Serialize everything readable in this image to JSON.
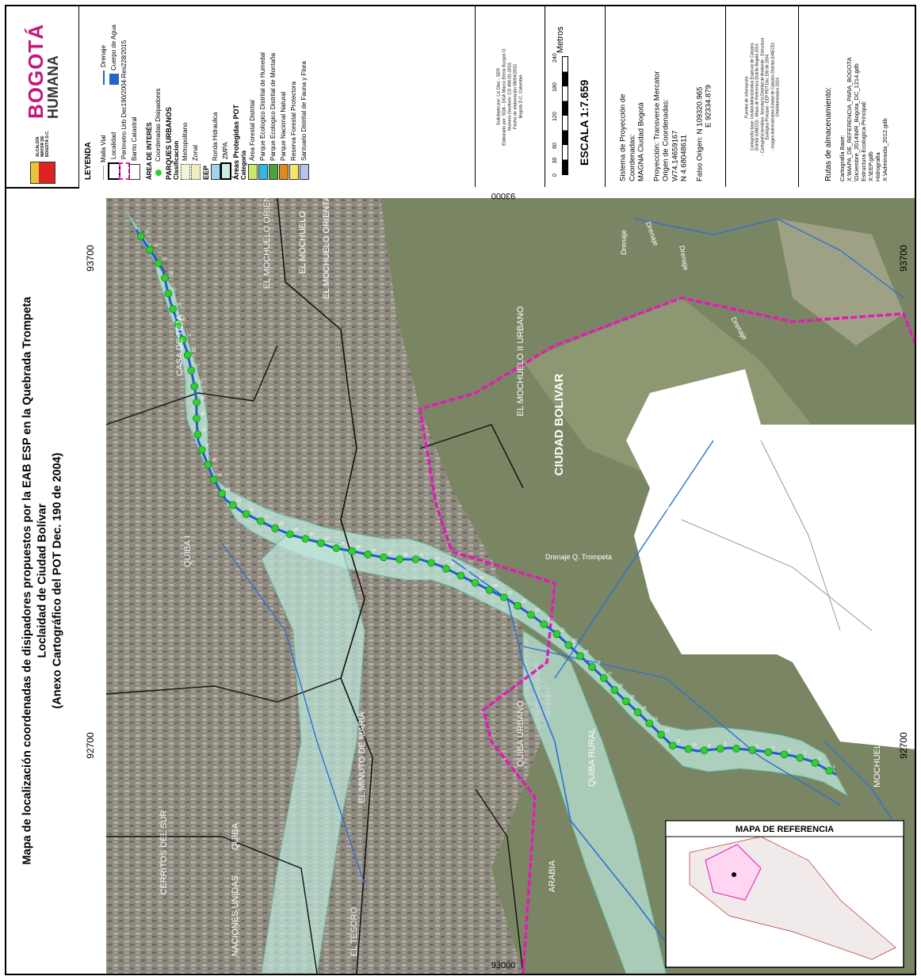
{
  "title": {
    "line1": "Mapa de localización coordenadas de disipadores propuestos por la EAB ESP en la Quebrada Trompeta",
    "line2": "Loclaidad de Ciudad Bolívar",
    "line3": "(Anexo Cartográfico del POT Dec. 190 de 2004)"
  },
  "logo": {
    "brand": "BOGOTÁ",
    "brand2": "HUMANA",
    "alcaldia": "ALCALDÍA MAYOR DE BOGOTÁ D.C."
  },
  "legend": {
    "heading": "LEYENDA",
    "malla_vial": "Malla Vial",
    "drenaje": "Drenaje",
    "localidad": "Localidad",
    "cuerpo_agua": "Cuerpo de Agua",
    "perimetro": "Perímetro Urb Dec190/2004-Res228/2015",
    "barrio": "Barrio Catastral",
    "area_interes": "ÁREA DE INTERÉS",
    "coordenadas": "Coordenadas Disipadores",
    "parques_urbanos": "PARQUES URBANOS",
    "clasificacion": "Clasificacion",
    "metropolitano": "Metropolitano",
    "zonal": "Zonal",
    "eep": "EEP",
    "ronda": "Ronda Hidraulica",
    "zmpa": "ZMPA",
    "areas_protegidas": "Áreas Protegidas POT",
    "categoria": "Categoria",
    "cat_items": [
      {
        "label": "Área Forestal Distrital",
        "color": "#c9e86a"
      },
      {
        "label": "Parque Ecologico Distrital de Humedal",
        "color": "#33b5e5"
      },
      {
        "label": "Parque Ecologico Distrital de Montaña",
        "color": "#49a33a"
      },
      {
        "label": "Parque Nacional Natural",
        "color": "#e08a1e"
      },
      {
        "label": "Reserva Forestal Protectora",
        "color": "#f5e66b"
      },
      {
        "label": "Santuario Distrital de Fauna y Flora",
        "color": "#b9c2e8"
      }
    ]
  },
  "credits": {
    "l1": "Solicitado por: Liz Diaz - SER",
    "l2": "Elaborado por: SDA - DGA Marco Elena Burgos O.",
    "l3": "Numero Geoform: CD 400-01-2015",
    "l4": "Fecha de elaboración 08/04/2015",
    "l5": "Bogotá D.C. Colombia"
  },
  "scale": {
    "ticks": [
      "0",
      "30",
      "60",
      "120",
      "180",
      "240"
    ],
    "unit": "Metros",
    "label": "ESCALA  1:7.659"
  },
  "projection": {
    "l1": "Sistema de Proyección de",
    "l2": "Coordenadas:",
    "l3": "MAGNA Ciudad Bogotá",
    "l4": "Proyección: Transverse Mercator",
    "l5": "Origen de Coordenadas:",
    "l6": "W74.14659167",
    "l7": "N  4.68048611",
    "l8": "Falso Origen: N  109320.965",
    "l9": "E  92334.879"
  },
  "sources": {
    "l1": "Fuentes de información:",
    "l2": "Cartografía base: Unidad Administrativa Especial de Catastro",
    "l3": "Distrital (UAECD) - Mapa de Referencia Distrito Bogotá 2014.",
    "l4": "- Cartografía temática: Secretaría Distrital de Ambiente - Estructura",
    "l5": "Ecológica Principal - EEP POT Dec 190 de 2004.",
    "l6": "- Imagen Administrativa Estatal de Catastro Distrital (UAECD)",
    "l7": "Ortofotomosaico 2014."
  },
  "storage": {
    "heading": "Rutas de almacenamiento:",
    "l1": "Cartografía Base:",
    "l2": "X:\\MAPA_DE_REFERENCIA_PARA_BOGOTA",
    "l3": "\\Diciembre_2014\\MR_Bogota_DC_1214.gdb",
    "l4": "Estructura Ecologica Principal:",
    "l5": "X:\\EEP.gdb",
    "l6": "Hidrografia",
    "l7": "X:\\Adminsida_2012.gdb"
  },
  "map": {
    "grid": {
      "x1": "92700",
      "x2": "93700",
      "y_top": "93000",
      "y_bottom": "93000"
    },
    "places": [
      "CIUDAD BOLIVAR",
      "EL MOCHUELO II URBANO",
      "EL MOCHUELO II",
      "EL MOCHUELO ORIENTAL",
      "EL MOCHUELO",
      "EL MOCHUELO ORIENTAL I",
      "CASA DE TEJA",
      "QUIBA I",
      "EL MINUTO DE MARIA",
      "QUIBA URBANO",
      "QUIBA RURAL",
      "CERRITOS DEL SUR",
      "QUIBA",
      "NACIONES UNIDAS",
      "EL TESORO",
      "ARABIA",
      "MOCHUELO III"
    ],
    "drainage_labels": [
      "Drenaje Q. Trompeta",
      "Drenaje Q. Trompeta",
      "Drenaje Q. Trompeta",
      "Drenaje Q. Trompeta",
      "Drenaje",
      "Drenaje",
      "Drenaje",
      "Drenaje"
    ],
    "reference_map_label": "MAPA DE REFERENCIA",
    "points": [
      "1",
      "2",
      "3",
      "4",
      "5",
      "6",
      "7",
      "8",
      "9",
      "10",
      "11",
      "12",
      "13",
      "14",
      "15",
      "16",
      "17",
      "18",
      "19",
      "20",
      "21",
      "22",
      "23",
      "24",
      "25",
      "26",
      "27",
      "28",
      "29",
      "30",
      "31",
      "32",
      "33",
      "34",
      "35",
      "36",
      "37",
      "38",
      "39",
      "40",
      "41",
      "42",
      "43",
      "44",
      "45",
      "46",
      "47",
      "48",
      "49",
      "50",
      "51",
      "52",
      "53",
      "54",
      "55",
      "56",
      "57",
      "58",
      "59",
      "60",
      "61"
    ]
  }
}
